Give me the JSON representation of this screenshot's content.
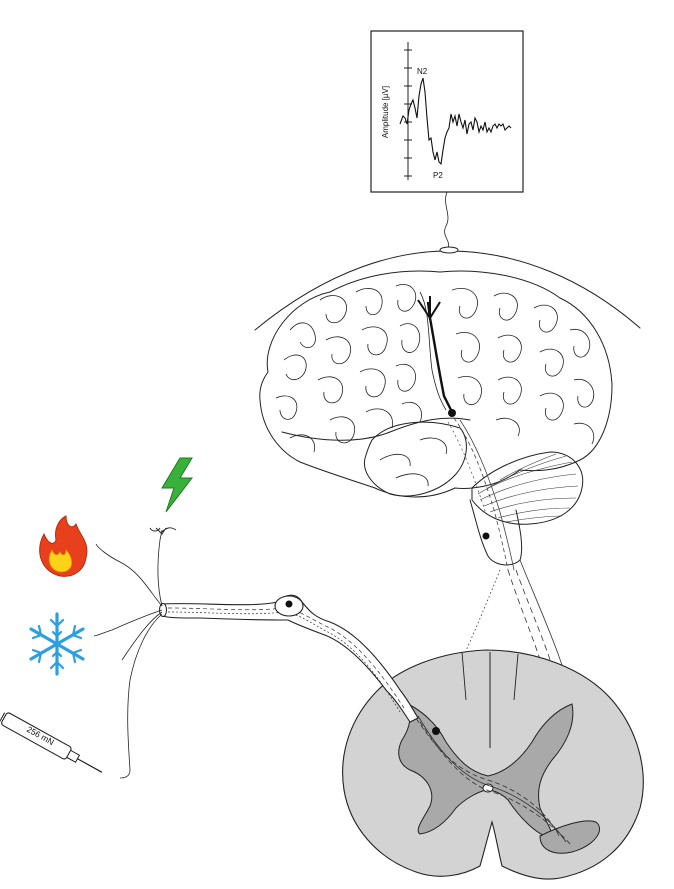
{
  "erp_plot": {
    "ylabel": "Amplitude [µV]",
    "peaks": {
      "n2": "N2",
      "p2": "P2"
    }
  },
  "stimuli": {
    "heat": {
      "icon": "flame-icon",
      "colors": {
        "outer": "#e8401c",
        "inner": "#ffd21a"
      }
    },
    "electric": {
      "icon": "lightning-icon",
      "color": "#37b13a"
    },
    "cold": {
      "icon": "snowflake-icon",
      "color": "#2b9fe0"
    },
    "pinprick": {
      "icon": "pinprick-probe-icon",
      "force_label": "256 mN"
    }
  },
  "colors": {
    "spinal_gray": "#d3d3d3",
    "spinal_dark": "#a9a9a9",
    "ink": "#222222"
  }
}
